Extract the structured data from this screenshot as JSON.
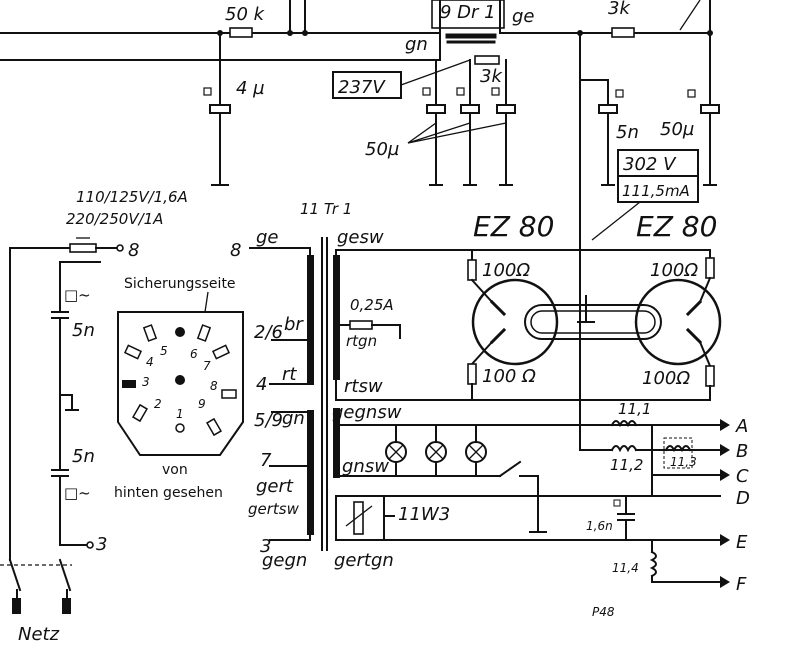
{
  "labels": {
    "r_50k": "50 k",
    "tr_9": "9 Dr 1",
    "wire_ge_top": "ge",
    "r_3k_top": "3k",
    "wire_gn_top": "gn",
    "v_237": "237V",
    "r_3k_mid": "3k",
    "c_4u": "4 µ",
    "c_50u_left": "50µ",
    "c_5n_top": "5n",
    "c_50u_right": "50µ",
    "v_302": "302 V",
    "i_111": "111,5mA",
    "fuse_rating_1": "110/125V/1,6A",
    "fuse_rating_2": "220/250V/1A",
    "pin_8_fuse": "8",
    "tr_11": "11 Tr 1",
    "tube_left": "EZ 80",
    "tube_right": "EZ 80",
    "pri_8": "8",
    "pri_ge": "ge",
    "sec_gesw": "gesw",
    "sicherungsseite": "Sicherungsseite",
    "pri_2_6": "2/6",
    "pri_br": "br",
    "fuse_025": "0,25A",
    "sec_rtgn": "rtgn",
    "pri_4": "4",
    "pri_rt": "rt",
    "sec_rtsw": "rtsw",
    "pri_5_9": "5/9",
    "pri_gn": "gn",
    "sec_gegnsw": "gegnsw",
    "pri_7": "7",
    "pri_gert": "gert",
    "pri_gertsw": "gertsw",
    "pri_3": "3",
    "pri_gegn": "gegn",
    "sec_gnsw": "gnsw",
    "sec_gertgn": "gertgn",
    "pot_11w3": "11W3",
    "r_100_tl": "100Ω",
    "r_100_tr": "100Ω",
    "r_100_bl": "100 Ω",
    "r_100_br": "100Ω",
    "c_5n_a": "5n",
    "c_5n_b": "5n",
    "von": "von",
    "hinten": "hinten gesehen",
    "pin_3_netz": "3",
    "netz": "Netz",
    "coil_111": "11,1",
    "coil_112": "11,2",
    "coil_113": "11,3",
    "c_16n": "1,6n",
    "coil_114": "11,4",
    "out_a": "A",
    "out_b": "B",
    "out_c": "C",
    "out_d": "D",
    "out_e": "E",
    "out_f": "F",
    "page_ref": "P48",
    "sock_1": "1",
    "sock_2": "2",
    "sock_3": "3",
    "sock_4": "4",
    "sock_5": "5",
    "sock_6": "6",
    "sock_7": "7",
    "sock_8": "8",
    "sock_9": "9"
  }
}
